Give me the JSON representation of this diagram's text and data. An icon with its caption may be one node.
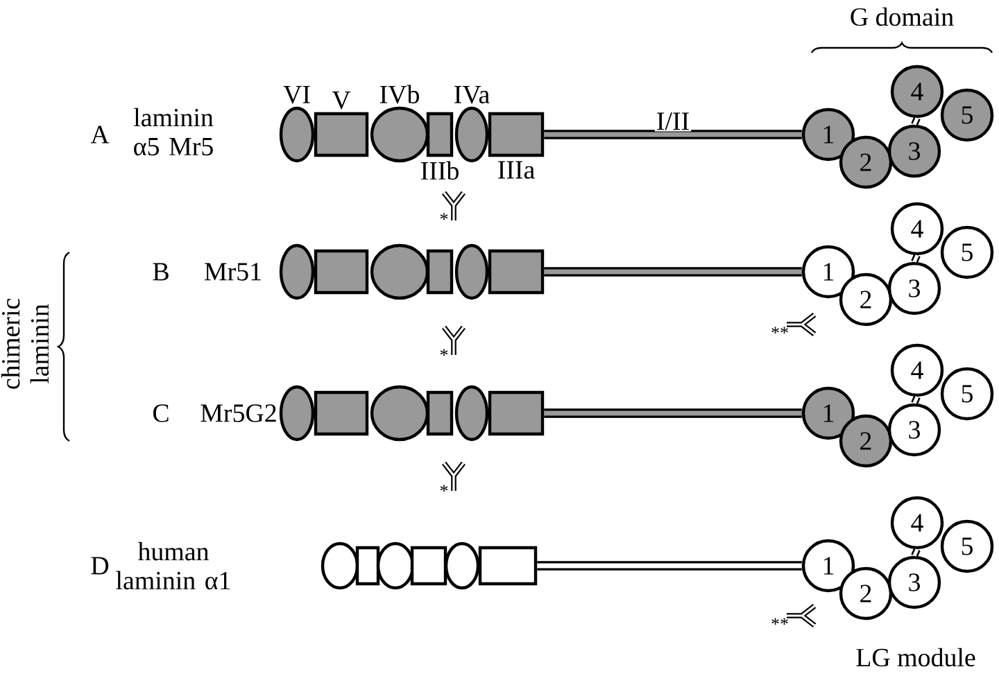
{
  "diagram": {
    "nodes": [
      {
        "text": [
          "VI"
        ]
      },
      {
        "text": [
          "V"
        ]
      },
      {
        "text": [
          "IVb"
        ]
      },
      {
        "text": [
          "IIIb"
        ]
      },
      {
        "text": [
          "IVa"
        ]
      },
      {
        "text": [
          "IIIa"
        ]
      },
      {
        "text": [
          "1"
        ]
      },
      {
        "text": [
          "2"
        ]
      },
      {
        "text": [
          "3"
        ]
      },
      {
        "text": [
          "4"
        ]
      },
      {
        "text": [
          "5"
        ]
      },
      {
        "text": [],
        "shape": "circle"
      },
      {
        "text": [],
        "shape": "box"
      },
      {
        "text": [],
        "shape": "circle"
      },
      {
        "text": [],
        "shape": "box"
      },
      {
        "text": [],
        "shape": "circle"
      },
      {
        "text": [],
        "shape": "box"
      },
      {
        "text": [
          "1"
        ]
      },
      {
        "text": [
          "2"
        ]
      },
      {
        "text": [
          "3"
        ]
      },
      {
        "text": [
          "4"
        ]
      },
      {
        "text": [
          "5"
        ]
      },
      {
        "text": [],
        "shape": "circle"
      },
      {
        "text": [],
        "shape": "box"
      },
      {
        "text": [],
        "shape": "circle"
      },
      {
        "text": [],
        "shape": "box"
      },
      {
        "text": [],
        "shape": "circle"
      },
      {
        "text": [],
        "shape": "box"
      },
      {
        "text": [
          "1"
        ]
      },
      {
        "text": [
          "2"
        ]
      },
      {
        "text": [
          "3"
        ]
      },
      {
        "text": [
          "4"
        ]
      },
      {
        "text": [
          "5"
        ]
      },
      {
        "text": [],
        "shape": "circle"
      },
      {
        "text": [],
        "shape": "box"
      },
      {
        "text": [],
        "shape": "circle"
      },
      {
        "text": [],
        "shape": "box"
      },
      {
        "text": [],
        "shape": "circle"
      },
      {
        "text": [],
        "shape": "box"
      },
      {
        "text": [
          "1"
        ]
      },
      {
        "text": [
          "2"
        ]
      },
      {
        "text": [
          "3"
        ]
      },
      {
        "text": [
          "4"
        ]
      },
      {
        "text": [
          "5"
        ]
      }
    ],
    "edges": [
      {
        "from": 5,
        "to": 6,
        "arrow": "none",
        "label": "I/II"
      },
      {
        "from": 8,
        "to": 9,
        "arrow": "none"
      },
      {
        "from": 16,
        "to": 17,
        "arrow": "none"
      },
      {
        "from": 19,
        "to": 20,
        "arrow": "none"
      },
      {
        "from": 27,
        "to": 28,
        "arrow": "none"
      },
      {
        "from": 30,
        "to": 31,
        "arrow": "none"
      },
      {
        "from": 38,
        "to": 39,
        "arrow": "none"
      },
      {
        "from": 41,
        "to": 42,
        "arrow": "none"
      }
    ],
    "labels": [
      "G domain",
      "A",
      "laminin α5 Mr5",
      "*",
      "chimeric laminin",
      "B",
      "Mr51",
      "*",
      "**",
      "C",
      "Mr5G2",
      "*",
      "D",
      "human laminin α1",
      "**",
      "LG module"
    ]
  }
}
